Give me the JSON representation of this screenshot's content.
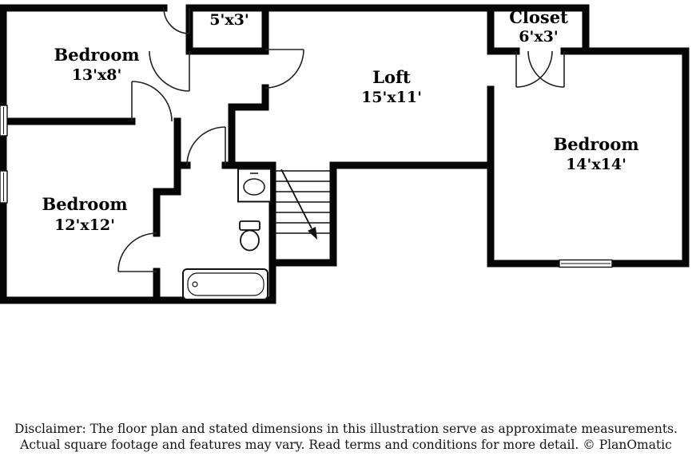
{
  "plan": {
    "background": "#ffffff",
    "wall_color": "#060606"
  },
  "rooms": [
    {
      "id": "bedroom-top-left",
      "name": "Bedroom",
      "dims": "13'x8'"
    },
    {
      "id": "closet-top-center",
      "name": "",
      "dims": "5'x3'"
    },
    {
      "id": "loft",
      "name": "Loft",
      "dims": "15'x11'"
    },
    {
      "id": "closet-top-right",
      "name": "Closet",
      "dims": "6'x3'"
    },
    {
      "id": "bedroom-right",
      "name": "Bedroom",
      "dims": "14'x14'"
    },
    {
      "id": "bedroom-left",
      "name": "Bedroom",
      "dims": "12'x12'"
    }
  ],
  "fixtures": {
    "staircase": "staircase",
    "bathtub": "bathtub",
    "toilet": "toilet",
    "vanity": "vanity-sink",
    "window": "window",
    "door": "door-arc"
  },
  "disclaimer": {
    "line1": "Disclaimer: The floor plan and stated dimensions in this illustration serve as approximate measurements.",
    "line2": "Actual square footage and features may vary. Read terms and conditions for more detail. © PlanOmatic"
  }
}
